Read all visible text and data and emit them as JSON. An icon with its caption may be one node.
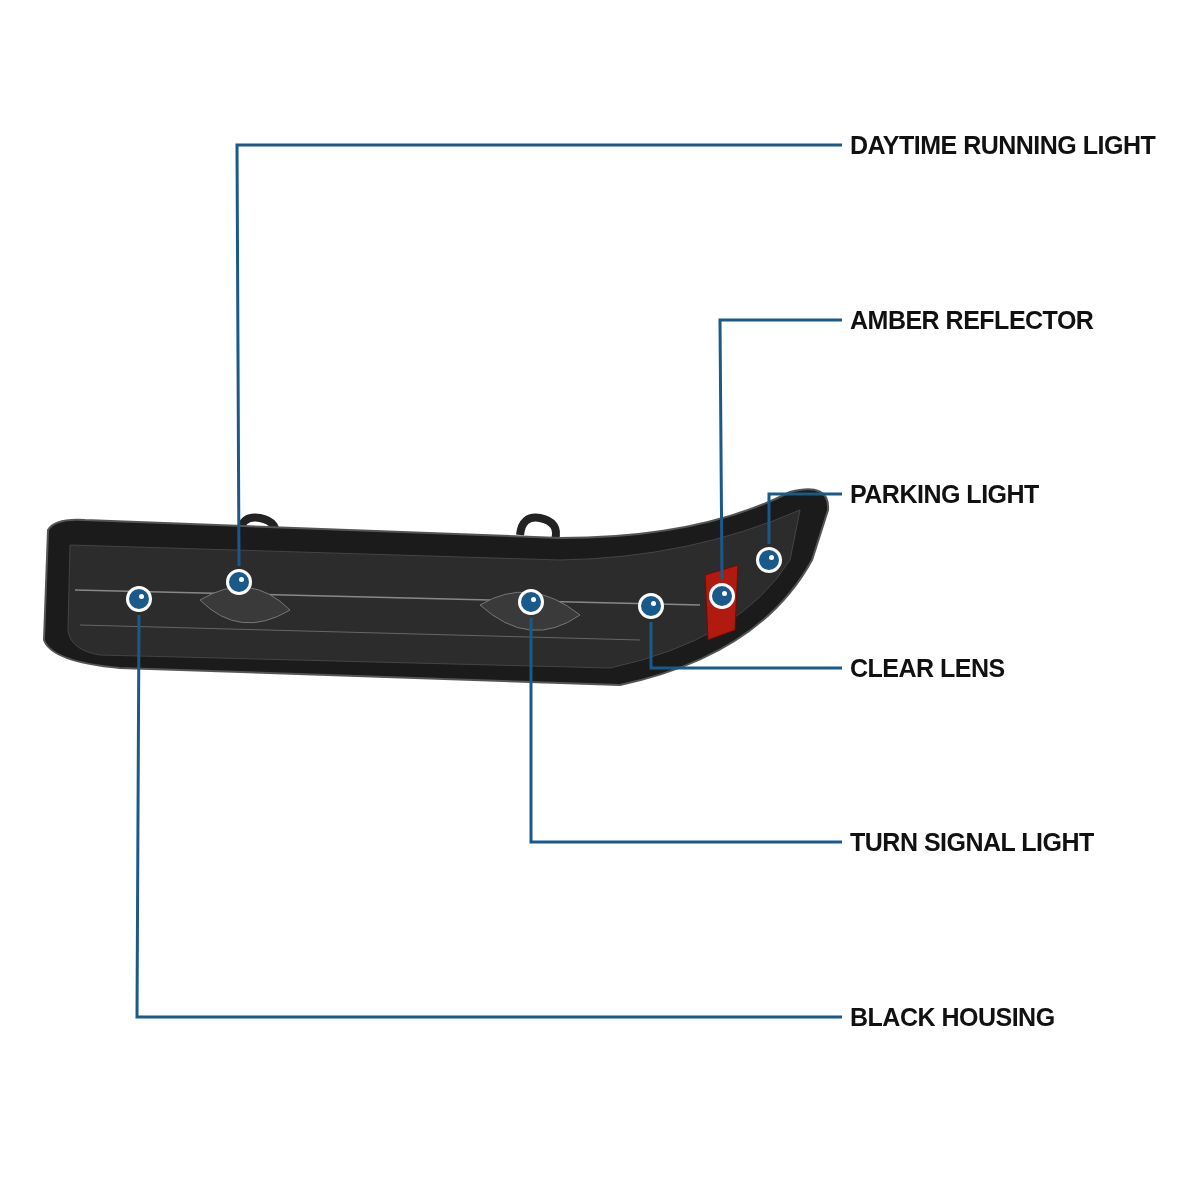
{
  "diagram": {
    "nodes": [
      {
        "text": [
          "DAYTIME RUNNING LIGHT"
        ]
      },
      {
        "text": [
          "AMBER REFLECTOR"
        ]
      },
      {
        "text": [
          "PARKING LIGHT"
        ]
      },
      {
        "text": [
          "CLEAR LENS"
        ]
      },
      {
        "text": [
          "TURN SIGNAL LIGHT"
        ]
      },
      {
        "text": [
          "BLACK HOUSING"
        ]
      },
      {
        "text": [],
        "shape": "circle"
      },
      {
        "text": [],
        "shape": "circle"
      },
      {
        "text": [],
        "shape": "circle"
      },
      {
        "text": [],
        "shape": "circle"
      },
      {
        "text": [],
        "shape": "circle"
      },
      {
        "text": [],
        "shape": "circle"
      }
    ],
    "edges": [
      {
        "from": 0,
        "to": 7,
        "arrow": "none"
      },
      {
        "from": 1,
        "to": 10,
        "arrow": "none"
      },
      {
        "from": 2,
        "to": 11,
        "arrow": "none"
      },
      {
        "from": 3,
        "to": 9,
        "arrow": "none"
      },
      {
        "from": 4,
        "to": 8,
        "arrow": "none"
      },
      {
        "from": 5,
        "to": 6,
        "arrow": "none"
      }
    ]
  }
}
